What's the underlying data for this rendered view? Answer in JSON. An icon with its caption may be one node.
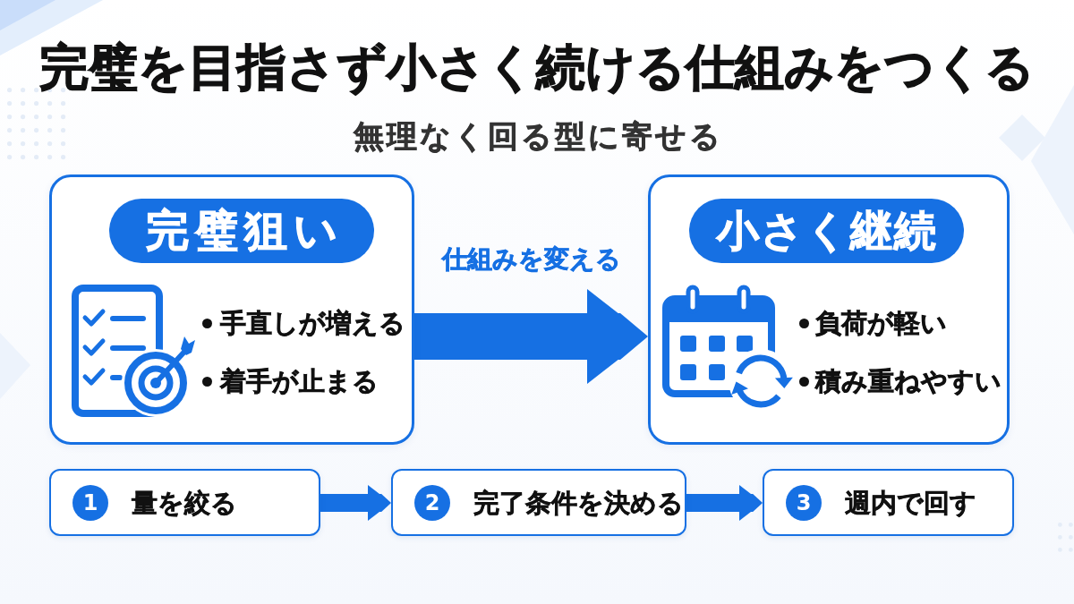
{
  "diagram": {
    "title": "完璧を目指さず小さく続ける仕組みをつくる",
    "nodes": [
      {
        "text": [
          "手直しが増える",
          "着手が止まる"
        ]
      },
      {
        "text": [
          "完璧狙い"
        ],
        "in": 0
      },
      {
        "text": [
          "負荷が軽い",
          "積み重ねやすい"
        ]
      },
      {
        "text": [
          "小さく継続"
        ],
        "in": 2
      },
      {
        "text": [
          "1",
          "量を絞る"
        ]
      },
      {
        "text": [
          "2",
          "完了条件を決める"
        ]
      },
      {
        "text": [
          "3",
          "週内で回す"
        ]
      }
    ],
    "edges": [
      {
        "from": 0,
        "to": 2,
        "arrow": "to",
        "label": "仕組みを変える",
        "style": "thick"
      },
      {
        "from": 4,
        "to": 5,
        "arrow": "to"
      },
      {
        "from": 5,
        "to": 6,
        "arrow": "to"
      }
    ],
    "labels": [
      "無理なく回る型に寄せる"
    ]
  }
}
